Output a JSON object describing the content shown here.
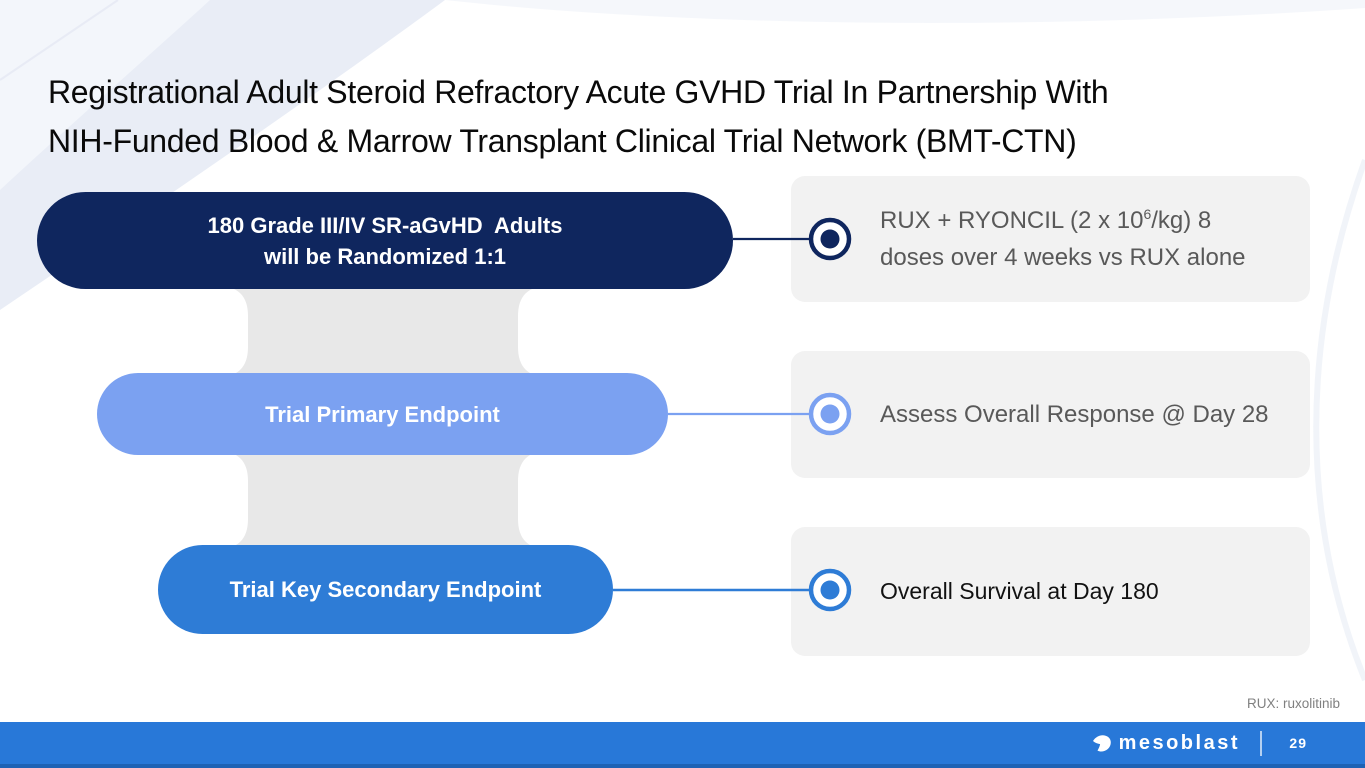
{
  "slide": {
    "title_line1": "Registrational Adult Steroid Refractory Acute GVHD Trial In Partnership With",
    "title_line2": "NIH-Funded Blood & Marrow Transplant Clinical Trial Network (BMT-CTN)",
    "footnote": "RUX: ruxolitinib"
  },
  "rows": [
    {
      "pill_line1": "180 Grade III/IV SR-aGvHD  Adults",
      "pill_line2": "will be Randomized 1:1",
      "detail": {
        "line1_pre": "RUX + RYONCIL (2 x 10",
        "line1_sup": "6",
        "line1_post": "/kg) 8",
        "line2": "doses over 4 weeks vs RUX alone"
      },
      "accent_color": "#0F265E"
    },
    {
      "pill_line1": "Trial Primary Endpoint",
      "detail": {
        "line1": "Assess Overall Response @ Day 28"
      },
      "accent_color": "#7BA1F1"
    },
    {
      "pill_line1": "Trial Key Secondary Endpoint",
      "detail": {
        "line1": "Overall Survival at Day 180"
      },
      "accent_color": "#2E7CD6"
    }
  ],
  "footer": {
    "brand": "mesoblast",
    "page_number": "29"
  },
  "colors": {
    "navy": "#0F265E",
    "cornflower": "#7BA1F1",
    "blue": "#2E7CD6",
    "footer_bar": "#2878D8",
    "footer_bottom_strip": "#1E62B4",
    "detail_box_bg": "#F2F2F2",
    "connector_gray": "#E8E8E8",
    "detail_text_gray": "#595959",
    "detail_text_dark": "#121212",
    "footnote_gray": "#808080",
    "title_text": "#0A0A0A"
  }
}
